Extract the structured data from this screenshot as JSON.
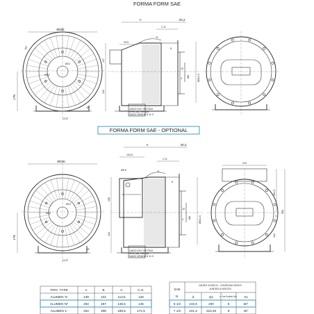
{
  "titles": {
    "main": "FORMA FORM SAE",
    "optional": "FORMA FORM SAE  -  OPTIONAL"
  },
  "colors": {
    "highlight": "#2f8fc8",
    "line": "#333333"
  },
  "top_view": {
    "front": {
      "diameter": "Ø356",
      "dims": [
        "178",
        "167"
      ],
      "angles": [
        "12,5°",
        "45°"
      ],
      "labels": [
        "ØQ1",
        "ØX1"
      ]
    },
    "side": {
      "dims": [
        "A",
        "30,2",
        "C.G.",
        "29,5",
        "11",
        "8",
        "147",
        "132",
        "10",
        "4",
        "Ød",
        "Ø314,3"
      ]
    },
    "plate": [
      "DADO HG7 ISO7519",
      "SPECIAL GRADE",
      "DADO GRADE 8 11.3"
    ],
    "back": {}
  },
  "optional_view": {
    "front": {
      "diameter": "Ø336",
      "dims": [
        "178"
      ],
      "angles": [
        "12,5°",
        "45°"
      ],
      "labels": [
        "ØQ1",
        "ØX1"
      ]
    },
    "side": {
      "dims": [
        "A",
        "134,5",
        "30,2",
        "C.G.",
        "Ø9,5",
        "11",
        "8",
        "158",
        "132",
        "10",
        "4",
        "Ød",
        "Ø314,3"
      ]
    },
    "plate": [
      "DADO HG7 ISO7519",
      "SPECIAL GRADE",
      "DADO GRADE 8 11.3"
    ],
    "back": {
      "dims": [
        "210",
        "164,5",
        "330",
        "3",
        "132"
      ]
    }
  },
  "type_table": {
    "headers": [
      "TIPO -TYPE",
      "A",
      "B",
      "C",
      "C.G."
    ],
    "rows": [
      [
        "ALUMEN 'S'",
        "248",
        "222",
        "113,5",
        "126"
      ],
      [
        "ALUMEN 'M'",
        "283",
        "257",
        "148,5",
        "145"
      ],
      [
        "ALUMEN 'L'",
        "334",
        "308",
        "189,5",
        "171,5"
      ]
    ]
  },
  "sae_table": {
    "col1_header_top": "SAE",
    "col1_header_bottom": "N.",
    "group_header_line1": "GIUNTI A DISCO - COUPLING DISCS",
    "group_header_line2": "JUNTAS A DISCOS",
    "sub_headers": [
      "d",
      "Q1",
      "n. fori holes No.",
      "X1"
    ],
    "rows": [
      [
        "6 1/2",
        "215,9",
        "200",
        "6",
        "60°"
      ],
      [
        "7 1/2",
        "241,3",
        "222,25",
        "8",
        "45°"
      ]
    ]
  }
}
